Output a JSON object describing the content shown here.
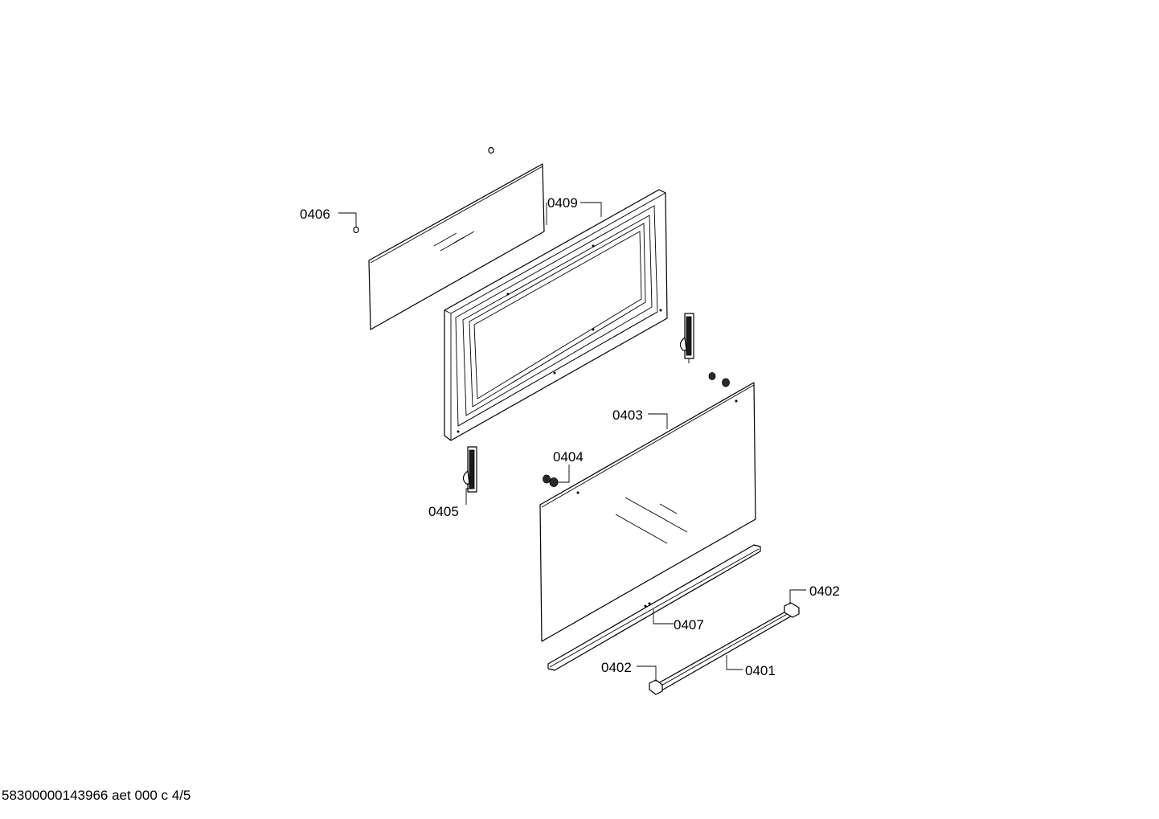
{
  "labels": {
    "p0401": "0401",
    "p0402a": "0402",
    "p0402b": "0402",
    "p0403": "0403",
    "p0404": "0404",
    "p0405": "0405",
    "p0406": "0406",
    "p0407": "0407",
    "p0409": "0409"
  },
  "footer": "58300000143966 aet 000 c 4/5"
}
